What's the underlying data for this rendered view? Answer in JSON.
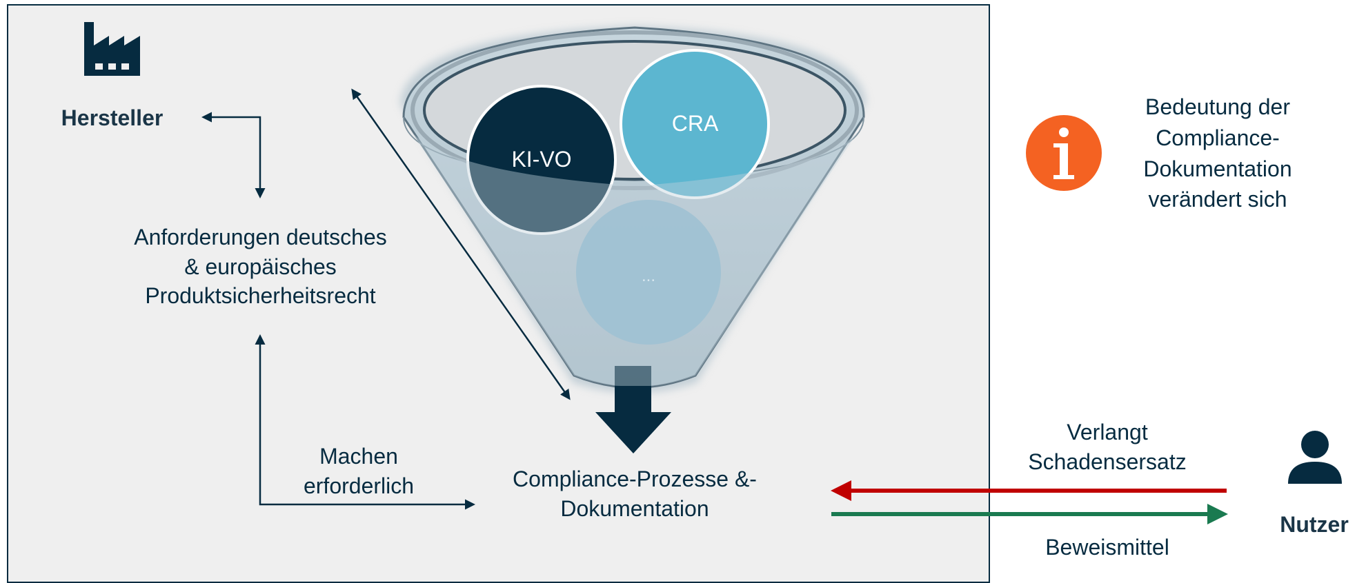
{
  "manufacturer": {
    "label": "Hersteller",
    "icon": "factory-icon"
  },
  "requirements": {
    "line1": "Anforderungen deutsches",
    "line2": "& europäisches",
    "line3": "Produktsicherheitsrecht"
  },
  "funnel": {
    "circle_kivo": "KI-VO",
    "circle_cra": "CRA",
    "circle_more": "..."
  },
  "compliance": {
    "line1": "Compliance-Prozesse &-",
    "line2": "Dokumentation"
  },
  "makes_necessary": {
    "line1": "Machen",
    "line2": "erforderlich"
  },
  "info": {
    "icon": "info-icon",
    "line1": "Bedeutung der",
    "line2": "Compliance-",
    "line3": "Dokumentation",
    "line4": "verändert sich"
  },
  "user": {
    "label": "Nutzer",
    "icon": "person-icon"
  },
  "claims": {
    "line1": "Verlangt",
    "line2": "Schadensersatz"
  },
  "evidence": {
    "label": "Beweismittel"
  },
  "colors": {
    "navy": "#062b40",
    "light_blue": "#5cb6d0",
    "mid_blue": "#89b6cc",
    "orange": "#f46222",
    "red": "#c00000",
    "green": "#1a7a50",
    "panel_bg": "#efefef"
  }
}
